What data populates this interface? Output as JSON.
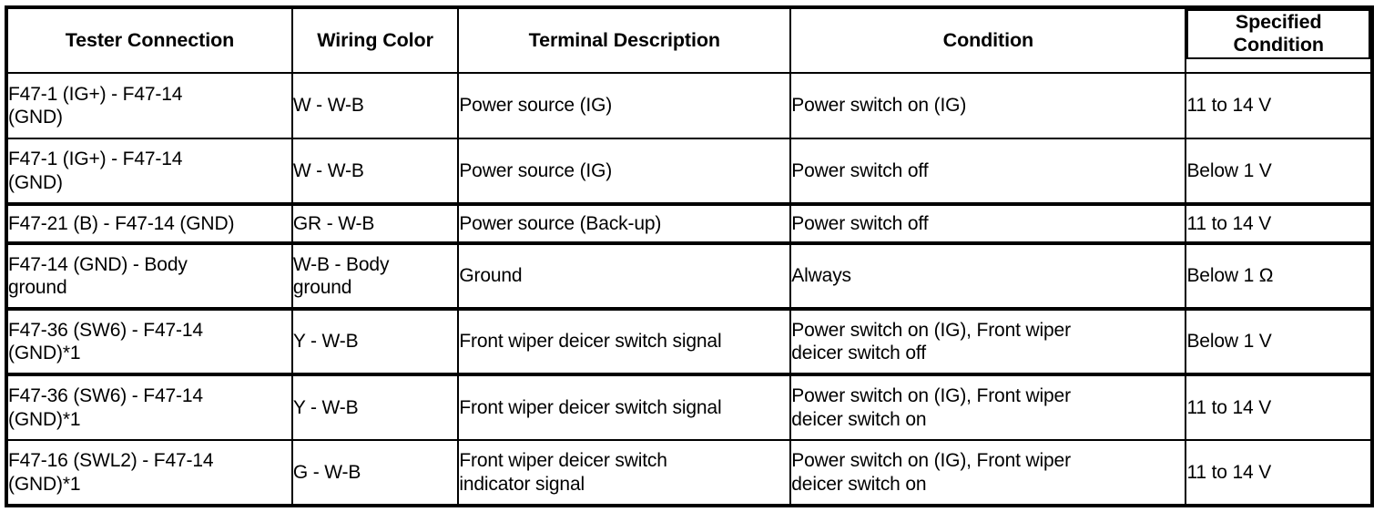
{
  "table": {
    "name": "inspection-procedure-table",
    "columns": [
      {
        "key": "tester_connection",
        "label": "Tester Connection"
      },
      {
        "key": "wiring_color",
        "label": "Wiring Color"
      },
      {
        "key": "terminal_description",
        "label": "Terminal Description"
      },
      {
        "key": "condition",
        "label": "Condition"
      },
      {
        "key": "specified_condition",
        "label": "Specified\nCondition"
      }
    ],
    "rows": [
      {
        "tester_connection": "F47-1 (IG+) - F47-14\n(GND)",
        "wiring_color": "W - W-B",
        "terminal_description": "Power source (IG)",
        "condition": "Power switch on (IG)",
        "specified_condition": "11 to 14 V"
      },
      {
        "tester_connection": "F47-1 (IG+) - F47-14\n(GND)",
        "wiring_color": "W - W-B",
        "terminal_description": "Power source (IG)",
        "condition": "Power switch off",
        "specified_condition": "Below 1 V"
      },
      {
        "tester_connection": "F47-21 (B) - F47-14 (GND)",
        "wiring_color": "GR - W-B",
        "terminal_description": "Power source (Back-up)",
        "condition": "Power switch off",
        "specified_condition": "11 to 14 V"
      },
      {
        "tester_connection": "F47-14 (GND) - Body\nground",
        "wiring_color": "W-B - Body\nground",
        "terminal_description": "Ground",
        "condition": "Always",
        "specified_condition": "Below 1 Ω"
      },
      {
        "tester_connection": "F47-36 (SW6) - F47-14\n(GND)*1",
        "wiring_color": "Y - W-B",
        "terminal_description": "Front wiper deicer switch signal",
        "condition": "Power switch on (IG), Front wiper\ndeicer switch off",
        "specified_condition": "Below 1 V"
      },
      {
        "tester_connection": "F47-36 (SW6) - F47-14\n(GND)*1",
        "wiring_color": "Y - W-B",
        "terminal_description": "Front wiper deicer switch signal",
        "condition": "Power switch on (IG), Front wiper\ndeicer switch on",
        "specified_condition": "11 to 14 V"
      },
      {
        "tester_connection": "F47-16 (SWL2) - F47-14\n(GND)*1",
        "wiring_color": "G - W-B",
        "terminal_description": "Front wiper deicer switch\nindicator signal",
        "condition": "Power switch on (IG), Front wiper\ndeicer switch on",
        "specified_condition": "11 to 14 V"
      }
    ]
  },
  "colors": {
    "border": "#000000",
    "text": "#000000",
    "background": "#ffffff"
  }
}
